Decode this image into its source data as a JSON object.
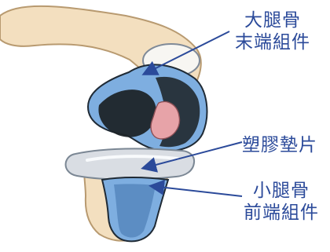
{
  "labels": {
    "femoral_line1": "大腿骨",
    "femoral_line2": "末端組件",
    "plastic_insert": "塑膠墊片",
    "tibial_line1": "小腿骨",
    "tibial_line2": "前端組件"
  },
  "colors": {
    "label_text": "#2b4a9a",
    "bone": "#f3dfbf",
    "bone_outline": "#b89a70",
    "implant_blue": "#7eaee0",
    "implant_dark": "#1e2428",
    "insert_gray": "#d9dde3",
    "cartilage_pink": "#e7a3a8",
    "arrow": "#2b4a9a"
  }
}
